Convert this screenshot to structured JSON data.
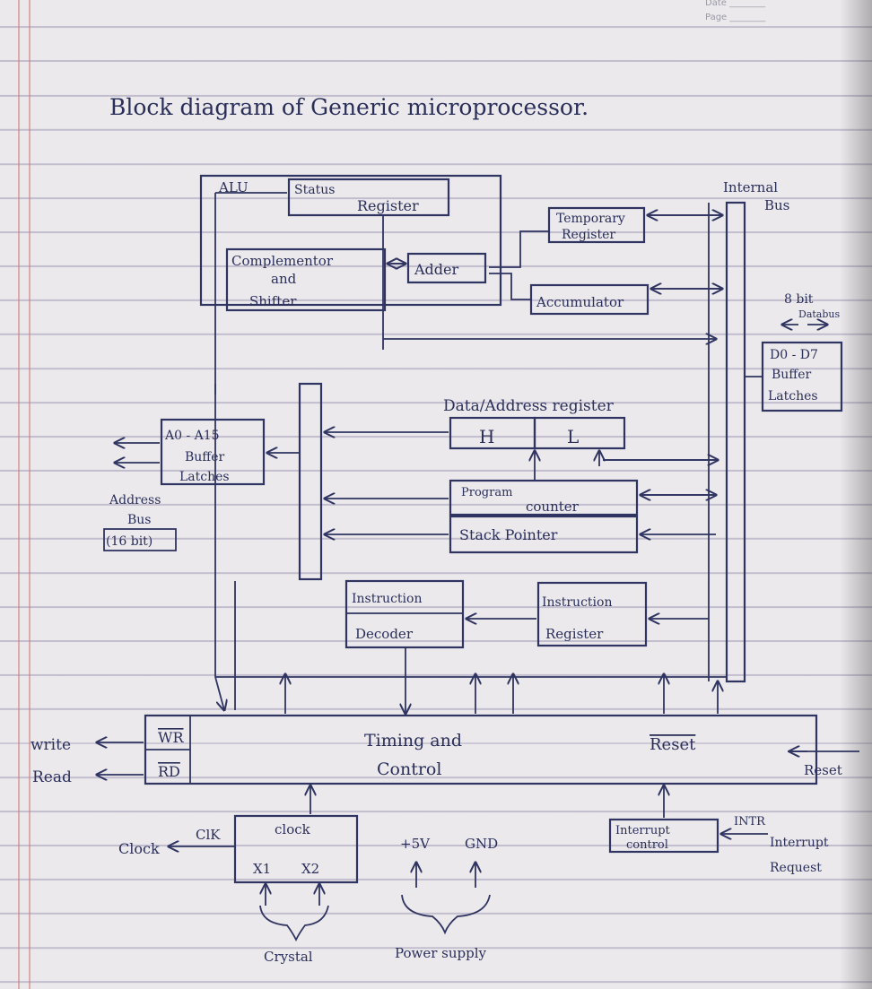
{
  "header": {
    "date_label": "Date",
    "page_label": "Page"
  },
  "title": "Block diagram of Generic microprocessor.",
  "alu": {
    "label": "ALU",
    "status": "Status",
    "register": "Register",
    "complementor": [
      "Complementor",
      "and",
      "Shifter"
    ],
    "adder": "Adder"
  },
  "temp_register": [
    "Temporary",
    "Register"
  ],
  "accumulator": "Accumulator",
  "internal_bus": [
    "Internal",
    "Bus"
  ],
  "data_bus": {
    "width": "8 bit",
    "label": "Databus"
  },
  "d_buffer": [
    "D0 - D7",
    "Buffer",
    "Latches"
  ],
  "a_buffer": [
    "A0 - A15",
    "Buffer",
    "Latches"
  ],
  "address_bus": [
    "Address",
    "Bus",
    "(16 bit)"
  ],
  "data_address_register": {
    "title": "Data/Address register",
    "h": "H",
    "l": "L"
  },
  "program_counter": [
    "Program",
    "counter"
  ],
  "stack_pointer": "Stack Pointer",
  "instruction_decoder": [
    "Instruction",
    "Decoder"
  ],
  "instruction_register": [
    "Instruction",
    "Register"
  ],
  "timing": {
    "wr": "WR",
    "rd": "RD",
    "title": [
      "Timing and",
      "Control"
    ],
    "reset": "Reset"
  },
  "outputs": {
    "write": "write",
    "read": "Read",
    "clock": "Clock"
  },
  "reset_input": "Reset",
  "clock_block": {
    "clk": "ClK",
    "title": "clock",
    "x1": "X1",
    "x2": "X2"
  },
  "power": {
    "plus5v": "+5V",
    "gnd": "GND",
    "label": "Power supply"
  },
  "crystal": "Crystal",
  "interrupt": {
    "block": [
      "Interrupt",
      "control"
    ],
    "intr": "INTR",
    "request": [
      "Interrupt",
      "Request"
    ]
  }
}
